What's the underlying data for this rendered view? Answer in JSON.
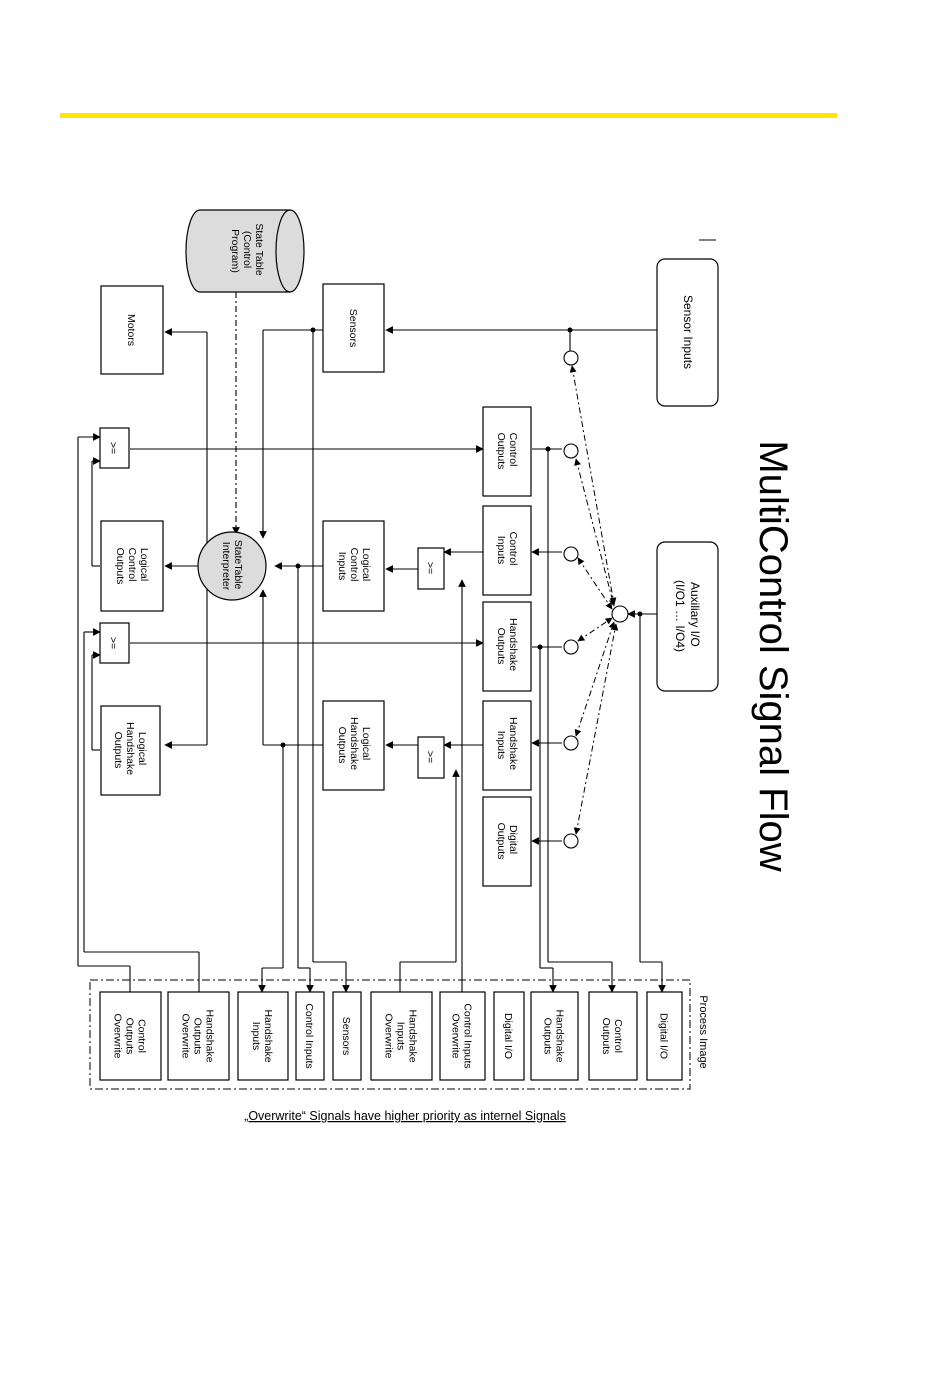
{
  "colors": {
    "accent_bar": "#FFE600",
    "interpreter_fill": "#dcdcdc",
    "line": "#000000"
  },
  "title": "MultiControl Signal Flow",
  "note": "„Overwrite“ Signals have higher priority as internel Signals",
  "blocks": {
    "state_table": [
      "State Table",
      "(Control",
      "Program)"
    ],
    "motors": [
      "Motors"
    ],
    "sensors": [
      "Sensors"
    ],
    "sensor_inputs": [
      "Sensor Inputs"
    ],
    "aux_io": [
      "Auxiliary I/O",
      "(I/O1 … I/O4)"
    ],
    "ctrl_outputs": [
      "Control",
      "Outputs"
    ],
    "ctrl_inputs": [
      "Control",
      "Inputs"
    ],
    "hs_outputs": [
      "Handshake",
      "Outputs"
    ],
    "hs_inputs": [
      "Handshake",
      "Inputs"
    ],
    "dig_outputs": [
      "Digital",
      "Outputs"
    ],
    "interpreter": [
      "StateTable",
      "Interpreter"
    ],
    "log_ctrl_outputs": [
      "Logical",
      "Control",
      "Outputs"
    ],
    "log_hs_outputs": [
      "Logical",
      "Handshake",
      "Outputs"
    ],
    "log_ctrl_inputs": [
      "Logical",
      "Control",
      "Inputs"
    ],
    "log_hs_outputs_mid": [
      "Logical",
      "Handshake",
      "Outputs"
    ],
    "ge_symbol": ">="
  },
  "process_image": {
    "label": "Process Image",
    "cells": [
      [
        "Control",
        "Outputs",
        "Overwrite"
      ],
      [
        "Handshake",
        "Outputs",
        "Overwrite"
      ],
      [
        "Handshake",
        "Inputs"
      ],
      [
        "Control Inputs"
      ],
      [
        "Sensors"
      ],
      [
        "Handshake",
        "Inputs",
        "Overwrite"
      ],
      [
        "Control Inputs",
        "Overwrite"
      ],
      [
        "Digital I/O"
      ],
      [
        "Handshake",
        "Outputs"
      ],
      [
        "Control",
        "Outputs"
      ],
      [
        "Digital I/O"
      ]
    ]
  }
}
